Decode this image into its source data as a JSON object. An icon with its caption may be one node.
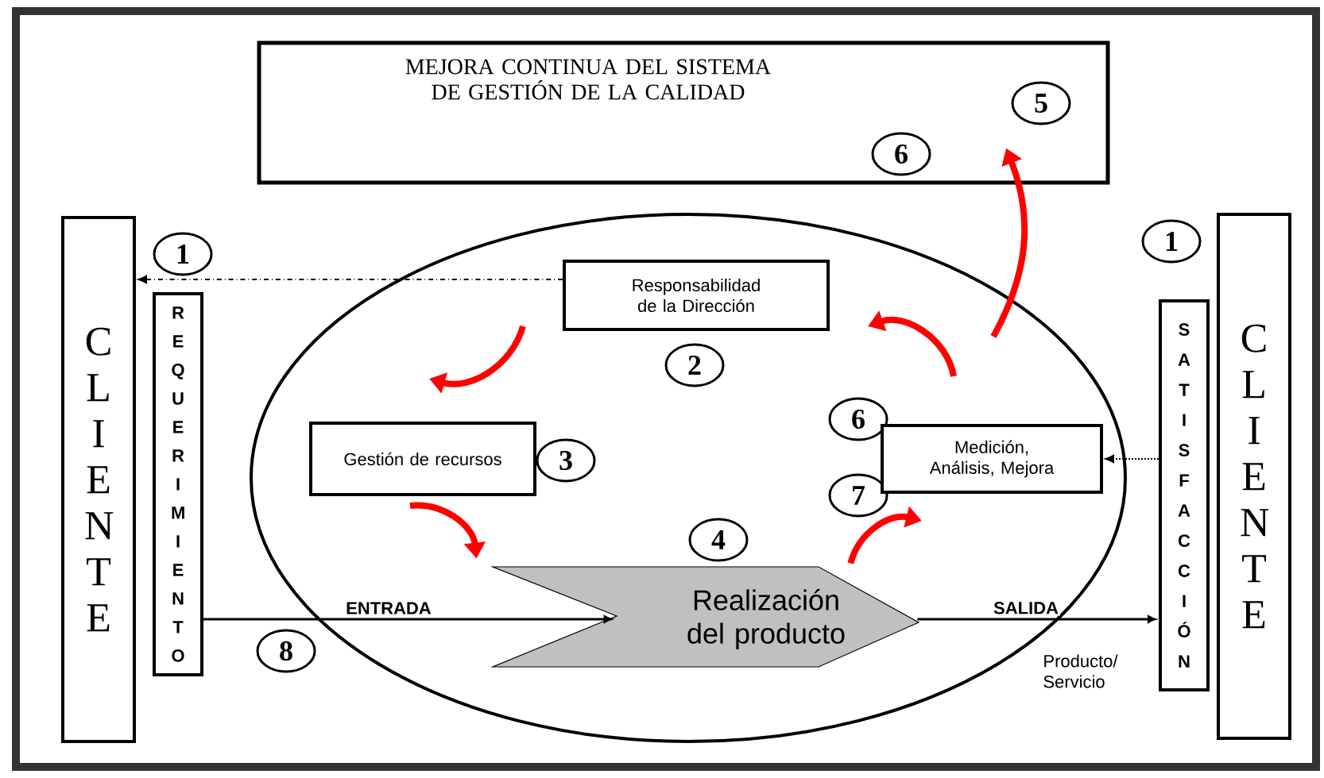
{
  "diagram": {
    "nodes": [
      {
        "text": [
          "MEJORA CONTINUA DEL SISTEMA DE GESTIÓN DE LA CALIDAD"
        ]
      },
      {
        "text": [
          "5"
        ],
        "in": 0
      },
      {
        "text": [
          "6"
        ],
        "in": 0
      },
      {
        "text": [
          "C L I E N T E"
        ]
      },
      {
        "text": [
          "1"
        ]
      },
      {
        "text": [
          "R E Q U E R I M I E N T O"
        ]
      },
      {
        "text": [
          "Responsabilidad de la Dirección"
        ]
      },
      {
        "text": [
          "2"
        ]
      },
      {
        "text": [
          "Gestión de recursos"
        ]
      },
      {
        "text": [
          "3"
        ]
      },
      {
        "text": [
          "4"
        ]
      },
      {
        "text": [
          "6"
        ]
      },
      {
        "text": [
          "7"
        ]
      },
      {
        "text": [
          "Medición, Análisis, Mejora"
        ]
      },
      {
        "text": [
          "Realización del producto"
        ]
      },
      {
        "text": [
          "8"
        ]
      },
      {
        "text": [
          "1"
        ]
      },
      {
        "text": [
          "S A T I S F A C C I Ó N"
        ]
      },
      {
        "text": [
          "C L I E N T E"
        ]
      }
    ],
    "edges": [
      {
        "from": 6,
        "to": 3,
        "arrow": "to",
        "style": "dashed",
        "color": "#000000"
      },
      {
        "from": 17,
        "to": 13,
        "arrow": "to",
        "style": "dashed",
        "color": "#000000"
      },
      {
        "from": 5,
        "to": 14,
        "arrow": "to",
        "label": "ENTRADA",
        "color": "#000000"
      },
      {
        "from": 14,
        "to": 17,
        "arrow": "to",
        "label": "SALIDA",
        "color": "#000000"
      },
      {
        "from": 6,
        "to": 8,
        "arrow": "to"
      },
      {
        "from": 8,
        "to": 14,
        "arrow": "to"
      },
      {
        "from": 14,
        "to": 13,
        "arrow": "to"
      },
      {
        "from": 13,
        "to": 6,
        "arrow": "to"
      },
      {
        "from": 13,
        "to": 0,
        "arrow": "to"
      }
    ],
    "labels": [
      "Producto/ Servicio"
    ]
  }
}
